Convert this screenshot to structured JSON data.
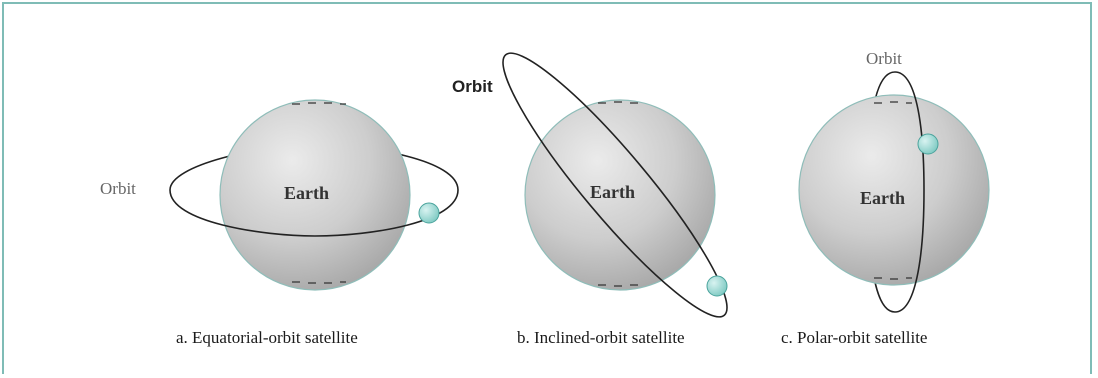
{
  "colors": {
    "frame": "#7fbcb6",
    "earth_light": "#e6e6e6",
    "earth_dark": "#a9a9a9",
    "earth_edge": "#8fbdb9",
    "orbit": "#222222",
    "satellite": "#9fd9d4",
    "satellite_edge": "#4aa39c"
  },
  "panels": [
    {
      "id": "equatorial",
      "earth_label": "Earth",
      "orbit_label": "Orbit",
      "caption": "a. Equatorial-orbit satellite"
    },
    {
      "id": "inclined",
      "earth_label": "Earth",
      "orbit_label": "Orbit",
      "caption": "b. Inclined-orbit satellite"
    },
    {
      "id": "polar",
      "earth_label": "Earth",
      "orbit_label": "Orbit",
      "caption": "c. Polar-orbit satellite"
    }
  ]
}
